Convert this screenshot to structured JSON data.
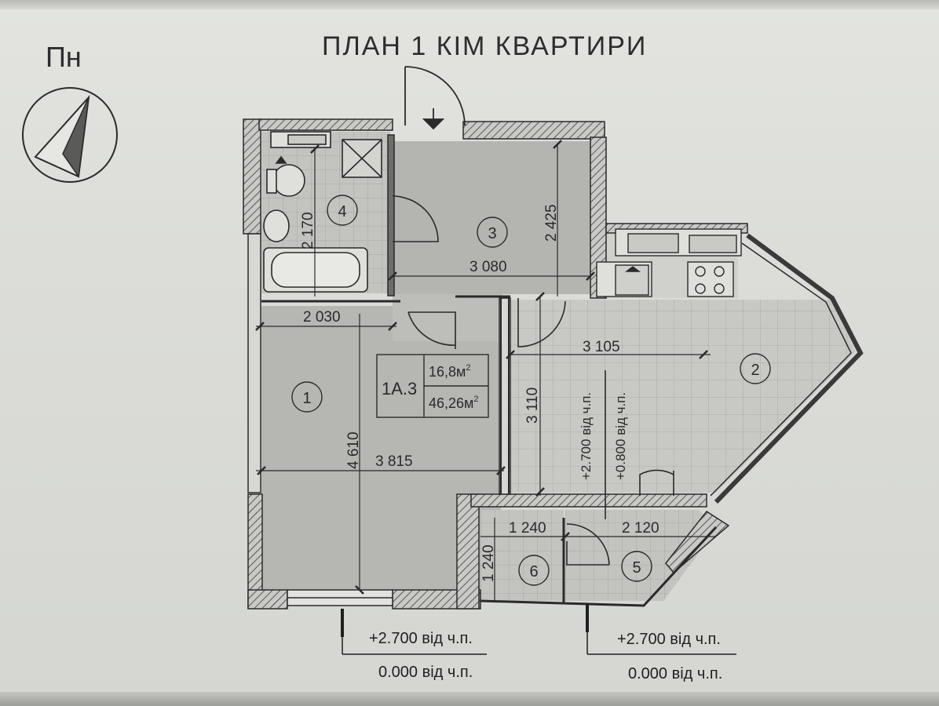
{
  "plan": {
    "title": "ПЛАН 1 КІМ КВАРТИРИ",
    "north_label": "Пн",
    "apartment": {
      "code": "1А.3",
      "living_area": "16,8м",
      "total_area": "46,26м",
      "area_unit_superscript": "2"
    },
    "rooms": [
      {
        "id": "1",
        "label": "1"
      },
      {
        "id": "2",
        "label": "2"
      },
      {
        "id": "3",
        "label": "3"
      },
      {
        "id": "4",
        "label": "4"
      },
      {
        "id": "5",
        "label": "5"
      },
      {
        "id": "6",
        "label": "6"
      }
    ],
    "dimensions": {
      "bath_height": "2 170",
      "hall_height": "2 425",
      "hall_width": "3 080",
      "room1_top_width": "2 030",
      "room1_height": "4 610",
      "room1_width": "3 815",
      "kitchen_width": "3 105",
      "kitchen_height": "3 110",
      "storage_width": "1 240",
      "storage_height": "1 240",
      "balcony_width": "2 120"
    },
    "window_notes": {
      "sill_top": "+2.700 від ч.п.",
      "sill_bottom": "+0.800 від ч.п."
    },
    "elevations": [
      {
        "top": "+2.700 від ч.п.",
        "bottom": "0.000 від ч.п."
      },
      {
        "top": "+2.700 від ч.п.",
        "bottom": "0.000 від ч.п."
      }
    ]
  },
  "colors": {
    "paper": "#dcddd9",
    "ink": "#2a2a2a",
    "floor": "#b8b9b5",
    "tile": "#c6c7c3"
  }
}
